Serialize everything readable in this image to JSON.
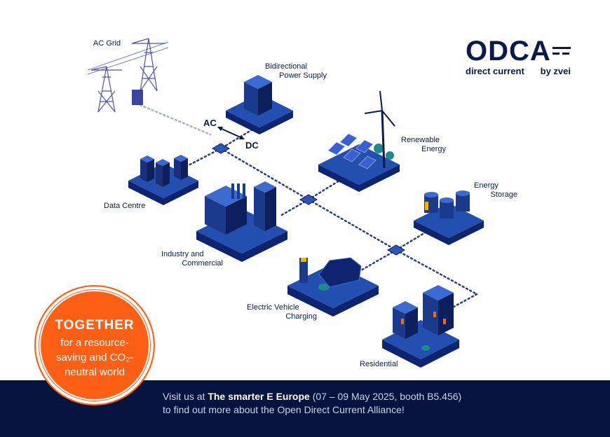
{
  "logo": {
    "name": "ODCA",
    "tagline": "direct current",
    "byline": "by zvei"
  },
  "labels": {
    "ac_grid": "AC Grid",
    "bidirectional_line1": "Bidirectional",
    "bidirectional_line2": "Power Supply",
    "ac": "AC",
    "dc": "DC",
    "renewable_line1": "Renewable",
    "renewable_line2": "Energy",
    "data_centre": "Data Centre",
    "energy_storage_line1": "Energy",
    "energy_storage_line2": "Storage",
    "industry_line1": "Industry and",
    "industry_line2": "Commercial",
    "ev_line1": "Electric Vehicle",
    "ev_line2": "Charging",
    "residential": "Residential"
  },
  "badge": {
    "headline": "TOGETHER",
    "line1": "for a resource-",
    "line2": "saving and CO₂-",
    "line3": "neutral world"
  },
  "banner": {
    "prefix": "Visit us at ",
    "event": "The smarter E Europe",
    "details": " (07 – 09 May 2025, booth B5.456)",
    "line2": "to find out more about the Open Direct Current Alliance!"
  },
  "colors": {
    "navy": "#05143f",
    "orange": "#fd5f15",
    "platform": "#1c3d9a",
    "text": "#0b1a4a"
  }
}
